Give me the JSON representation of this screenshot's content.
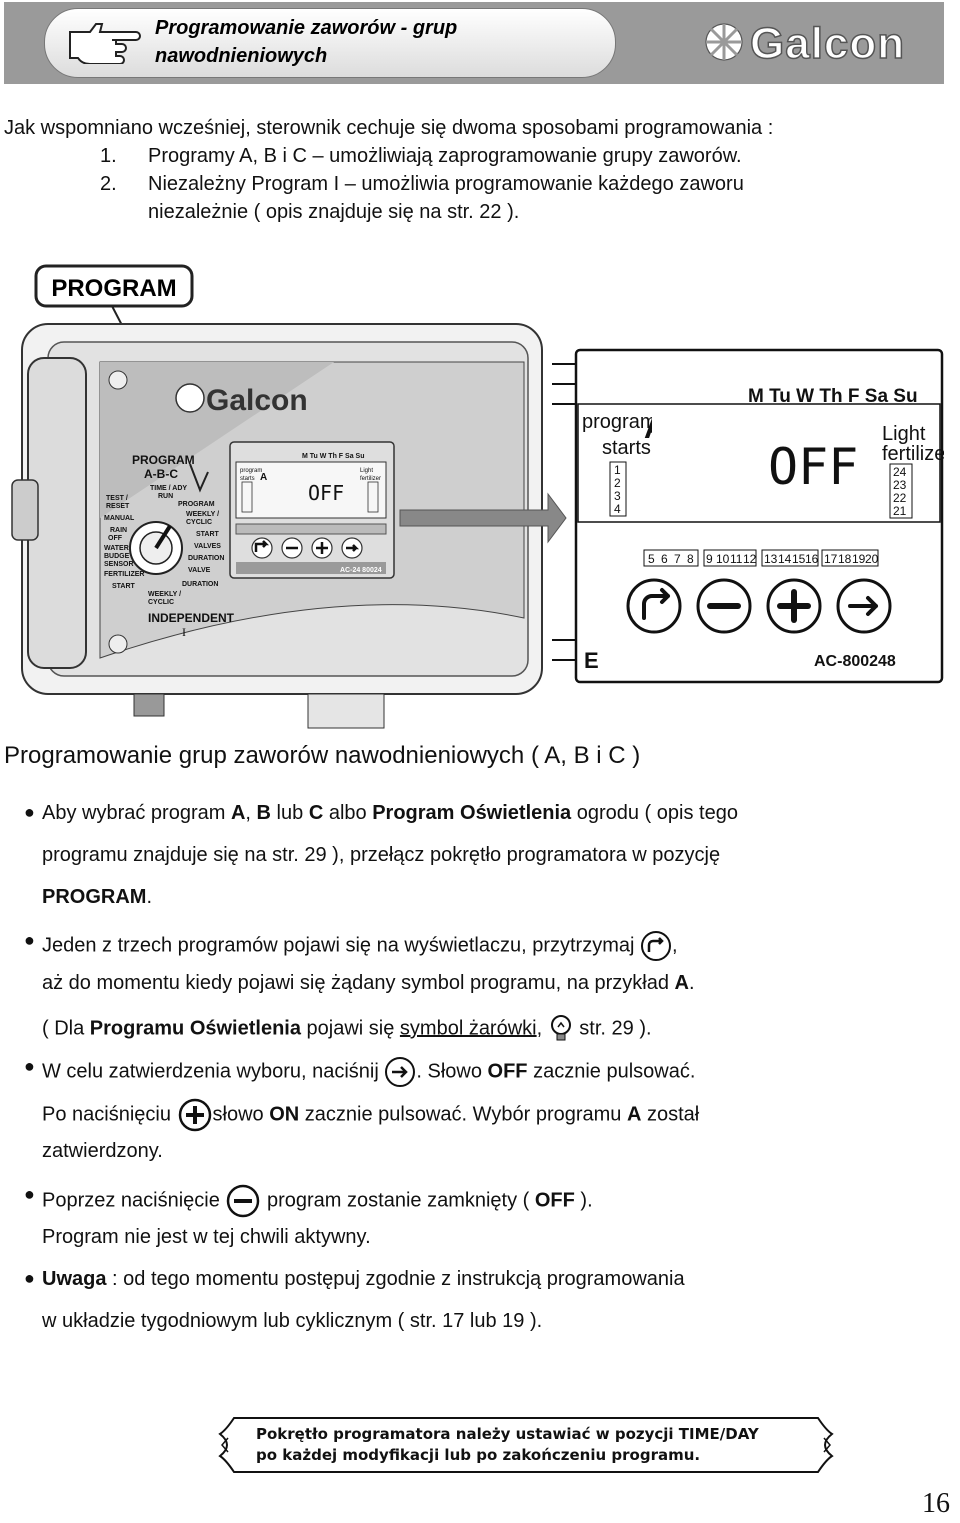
{
  "header": {
    "title_line1": "Programowanie zaworów - grup",
    "title_line2": "nawodnieniowych",
    "brand": "Galcon",
    "hand_icon": "pointing-hand-icon"
  },
  "intro": "Jak wspomniano wcześniej, sterownik cechuje się dwoma sposobami programowania :",
  "methods": [
    {
      "num": "1.",
      "text": "Programy A, B i C – umożliwiają zaprogramowanie grupy zaworów."
    },
    {
      "num": "2.",
      "text": "Niezależny Program I – umożliwia programowanie każdego zaworu"
    },
    {
      "num": "",
      "text": "niezależnie ( opis znajduje się na str. 22 )."
    }
  ],
  "device": {
    "callout": "PROGRAM",
    "brand": "Galcon",
    "dial_title": "PROGRAM",
    "dial_subtitle": "A-B-C",
    "dial_bottom": "INDEPENDENT",
    "dial_bottom_sub": "I",
    "dial_labels_left": [
      "TEST /",
      "RESET",
      "MANUAL",
      "RAIN",
      "OFF",
      "WATER",
      "BUDGET",
      "SENSOR",
      "FERTILIZER",
      "START"
    ],
    "dial_labels_right": [
      "TIME / ADY",
      "RUN",
      "PROGRAM",
      "WEEKLY /",
      "CYCLIC",
      "START",
      "VALVES",
      "DURATION",
      "VALVE",
      "DURATION",
      "WEEKLY /",
      "CYCLIC"
    ],
    "model_small": "AC-24 80024",
    "days": "M Tu W Th F Sa Su",
    "program_label": "program",
    "starts_label": "starts",
    "program_letter": "A",
    "display_value": "OFF",
    "light_label": "Light",
    "fertilizer_label": "fertilizer",
    "start_numbers": [
      "1",
      "2",
      "3",
      "4"
    ],
    "right_numbers": [
      "24",
      "23",
      "22",
      "21"
    ],
    "valve_groups": [
      [
        "5",
        "6",
        "7",
        "8"
      ],
      [
        "9",
        "10",
        "11",
        "12"
      ],
      [
        "13",
        "14",
        "15",
        "16"
      ],
      [
        "17",
        "18",
        "19",
        "20"
      ]
    ],
    "corner_label": "E",
    "model": "AC-800248"
  },
  "section_title": "Programowanie grup zaworów nawodnieniowych ( A, B i C )",
  "bullets": {
    "b1": {
      "l1_pre": "Aby wybrać program ",
      "l1_A": "A",
      "l1_sep1": ", ",
      "l1_B": "B",
      "l1_sep2": " lub ",
      "l1_C": "C",
      "l1_sep3": " albo ",
      "l1_prog": "Program Oświetlenia",
      "l1_post": " ogrodu ( opis tego",
      "l2": "programu znajduje się na str. 29 ), przełącz pokrętło programatora w pozycję",
      "l3_bold": "PROGRAM",
      "l3_post": "."
    },
    "b2": {
      "l1_pre": "Jeden z trzech programów pojawi się na wyświetlaczu, przytrzymaj ",
      "l1_post": ",",
      "l2_pre": "aż do momentu kiedy pojawi się żądany symbol programu, na przykład ",
      "l2_bold": "A",
      "l2_post": ".",
      "l3_pre": "( Dla ",
      "l3_bold": "Programu Oświetlenia",
      "l3_mid": "  pojawi się ",
      "l3_u": "symbol żarówki",
      "l3_comma": ", ",
      "l3_post": " str. 29 )."
    },
    "b3": {
      "l1_pre": "W celu zatwierdzenia wyboru, naciśnij ",
      "l1_mid": ". Słowo ",
      "l1_bold": "OFF",
      "l1_post": " zacznie pulsować.",
      "l2_pre": "Po naciśnięciu ",
      "l2_mid": "słowo ",
      "l2_bold": "ON",
      "l2_mid2": " zacznie pulsować. Wybór programu ",
      "l2_bold2": "A",
      "l2_post": " został",
      "l3": "zatwierdzony."
    },
    "b4": {
      "l1_pre": "Poprzez naciśnięcie ",
      "l1_mid": " program zostanie zamknięty ( ",
      "l1_bold": "OFF",
      "l1_post": " ).",
      "l2": "Program nie jest w tej chwili aktywny."
    },
    "b5": {
      "l1_bold": "Uwaga",
      "l1_post": " : od tego momentu postępuj zgodnie z instrukcją programowania",
      "l2": "w układzie tygodniowym lub cyklicznym ( str. 17 lub 19 )."
    }
  },
  "note": {
    "line1": "Pokrętło programatora należy ustawiać w pozycji TIME/DAY",
    "line2": "po każdej modyfikacji lub po zakończeniu programu."
  },
  "page_number": "16",
  "icons": [
    "cycle-button-icon",
    "plus-button-icon",
    "arrow-button-icon",
    "minus-button-icon",
    "bulb-icon"
  ]
}
